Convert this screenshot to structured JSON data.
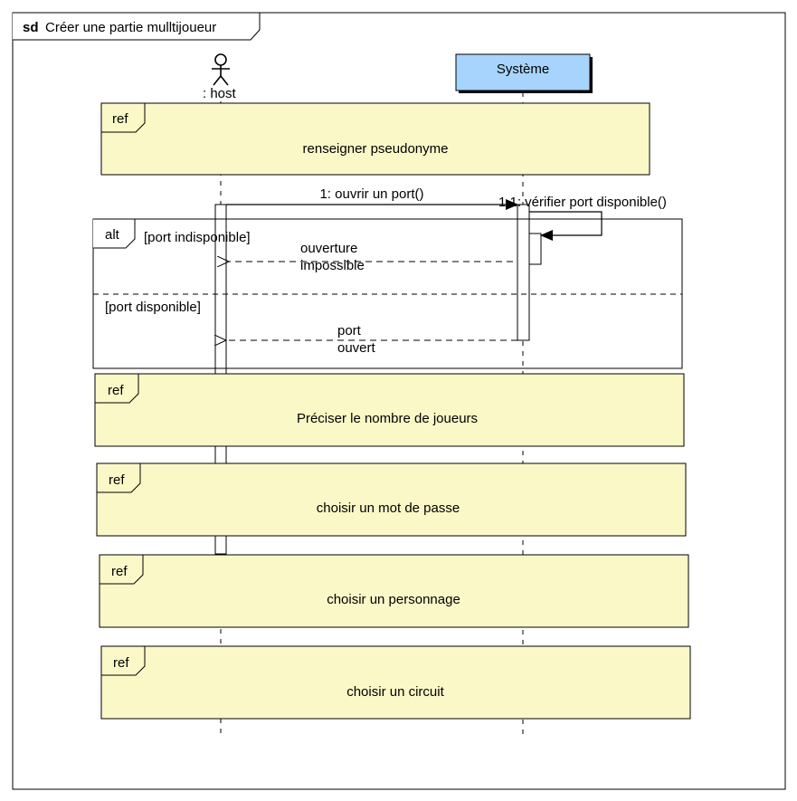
{
  "frame": {
    "keyword": "sd",
    "title": "Créer une partie mulltijoueur"
  },
  "lifelines": {
    "actor": ": host",
    "system": "Système"
  },
  "colors": {
    "ref_fill": "#fbf8c8",
    "system_fill": "#a6d4fc",
    "line": "#000000"
  },
  "refs": [
    {
      "keyword": "ref",
      "label": "renseigner pseudonyme"
    },
    {
      "keyword": "ref",
      "label": "Préciser le nombre de joueurs"
    },
    {
      "keyword": "ref",
      "label": "choisir un mot de passe"
    },
    {
      "keyword": "ref",
      "label": "choisir un personnage"
    },
    {
      "keyword": "ref",
      "label": "choisir un circuit"
    }
  ],
  "messages": {
    "m1": "1: ouvrir un port()",
    "m11": "1.1: vérifier port disponible()",
    "r1_line1": "ouverture",
    "r1_line2": "impossible",
    "r2_line1": "port",
    "r2_line2": "ouvert"
  },
  "alt": {
    "keyword": "alt",
    "guard1": "[port indisponible]",
    "guard2": "[port disponible]"
  }
}
